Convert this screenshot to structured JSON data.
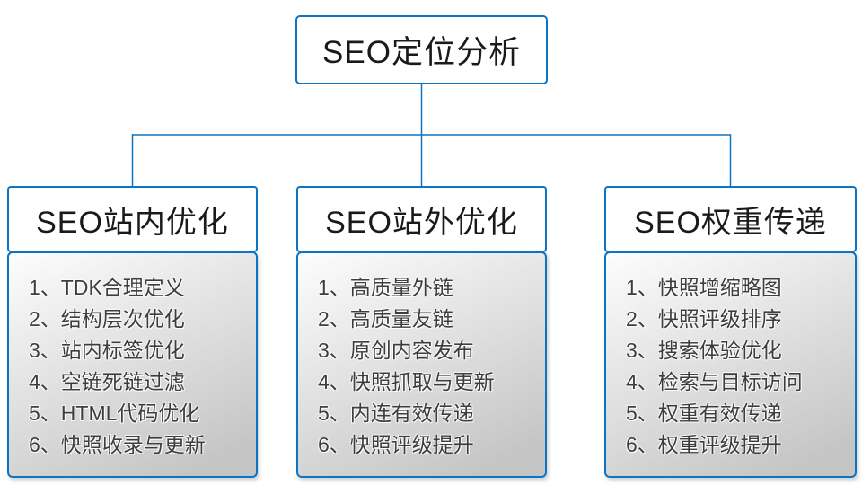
{
  "root": {
    "label": "SEO定位分析"
  },
  "columns": [
    {
      "title": "SEO站内优化",
      "items": [
        "1、TDK合理定义",
        "2、结构层次优化",
        "3、站内标签优化",
        "4、空链死链过滤",
        "5、HTML代码优化",
        "6、快照收录与更新"
      ]
    },
    {
      "title": "SEO站外优化",
      "items": [
        "1、高质量外链",
        "2、高质量友链",
        "3、原创内容发布",
        "4、快照抓取与更新",
        "5、内连有效传递",
        "6、快照评级提升"
      ]
    },
    {
      "title": "SEO权重传递",
      "items": [
        "1、快照增缩略图",
        "2、快照评级排序",
        "3、搜索体验优化",
        "4、检索与目标访问",
        "5、权重有效传递",
        "6、权重评级提升"
      ]
    }
  ],
  "colors": {
    "line": "#0b74c4",
    "box_border": "#0b74c4",
    "title_text": "#1a1a1a",
    "item_text": "#3d3d3d",
    "body_gradient_top": "#fdfdfd",
    "body_gradient_bottom": "#c5c5c5",
    "canvas_bg": "#ffffff"
  }
}
